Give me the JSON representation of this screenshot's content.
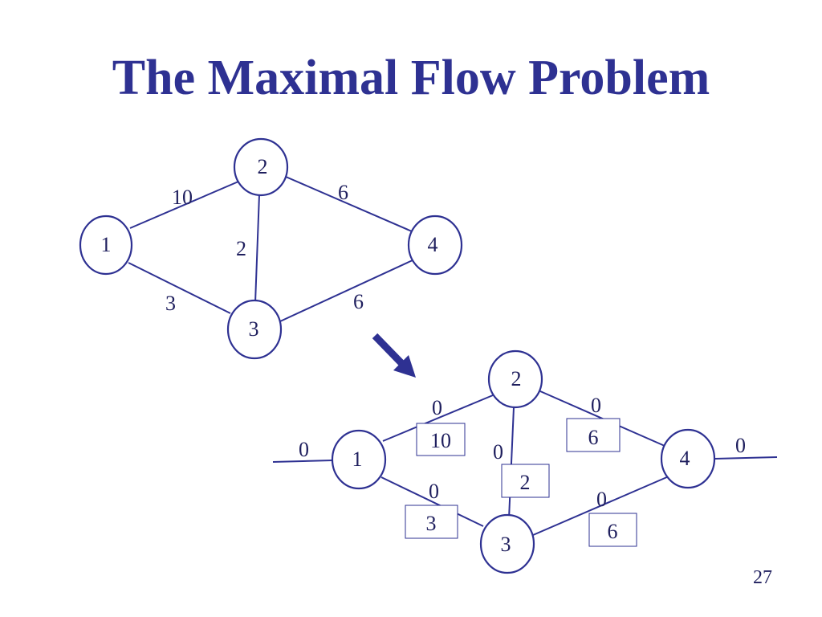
{
  "slide": {
    "title": "The Maximal Flow Problem",
    "page_number": "27"
  },
  "colors": {
    "accent": "#2e3192",
    "text": "#1f1f5e"
  },
  "original_network": {
    "nodes": [
      "1",
      "2",
      "3",
      "4"
    ],
    "edges": [
      {
        "from": "1",
        "to": "2",
        "capacity": "10"
      },
      {
        "from": "1",
        "to": "3",
        "capacity": "3"
      },
      {
        "from": "2",
        "to": "3",
        "capacity": "2"
      },
      {
        "from": "2",
        "to": "4",
        "capacity": "6"
      },
      {
        "from": "3",
        "to": "4",
        "capacity": "6"
      }
    ]
  },
  "transform_arrow_icon": "arrow-down-right-icon",
  "flow_network": {
    "nodes": [
      "1",
      "2",
      "3",
      "4"
    ],
    "source_flow": "0",
    "sink_flow": "0",
    "edges": [
      {
        "from": "1",
        "to": "2",
        "flow": "0",
        "capacity": "10"
      },
      {
        "from": "1",
        "to": "3",
        "flow": "0",
        "capacity": "3"
      },
      {
        "from": "2",
        "to": "3",
        "flow": "0",
        "capacity": "2"
      },
      {
        "from": "2",
        "to": "4",
        "flow": "0",
        "capacity": "6"
      },
      {
        "from": "3",
        "to": "4",
        "flow": "0",
        "capacity": "6"
      }
    ]
  }
}
